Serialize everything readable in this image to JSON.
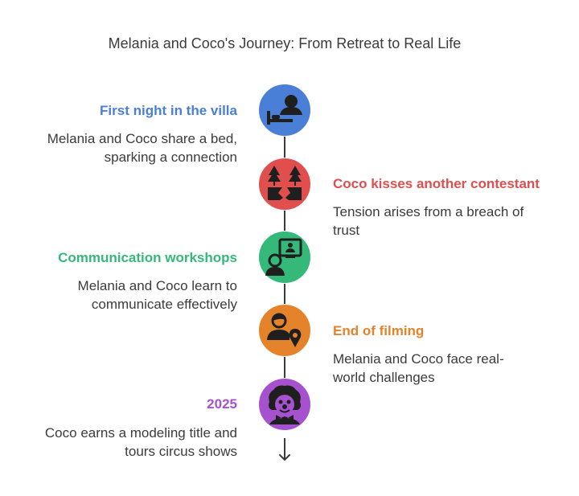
{
  "title": "Melania and Coco's Journey: From Retreat to Real Life",
  "colors": {
    "blue": "#4a7fd8",
    "red": "#e04e4e",
    "green": "#35b97a",
    "orange": "#e5832b",
    "purple": "#a652cf",
    "ink": "#3b3b3b"
  },
  "events": [
    {
      "heading": "First night in the villa",
      "line1": "Melania and Coco share a bed,",
      "line2": "sparking a connection",
      "icon": "bed-person-icon"
    },
    {
      "heading": "Coco kisses another contestant",
      "line1": "Tension arises from a breach of",
      "line2": "trust",
      "icon": "broken-ground-trees-icon"
    },
    {
      "heading": "Communication workshops",
      "line1": "Melania and Coco learn to",
      "line2": "communicate effectively",
      "icon": "presentation-person-icon"
    },
    {
      "heading": "End of filming",
      "line1": "Melania and Coco face real-",
      "line2": "world challenges",
      "icon": "person-location-icon"
    },
    {
      "heading": "2025",
      "line1": "Coco earns a modeling title and",
      "line2": "tours circus shows",
      "icon": "clown-face-icon"
    }
  ]
}
